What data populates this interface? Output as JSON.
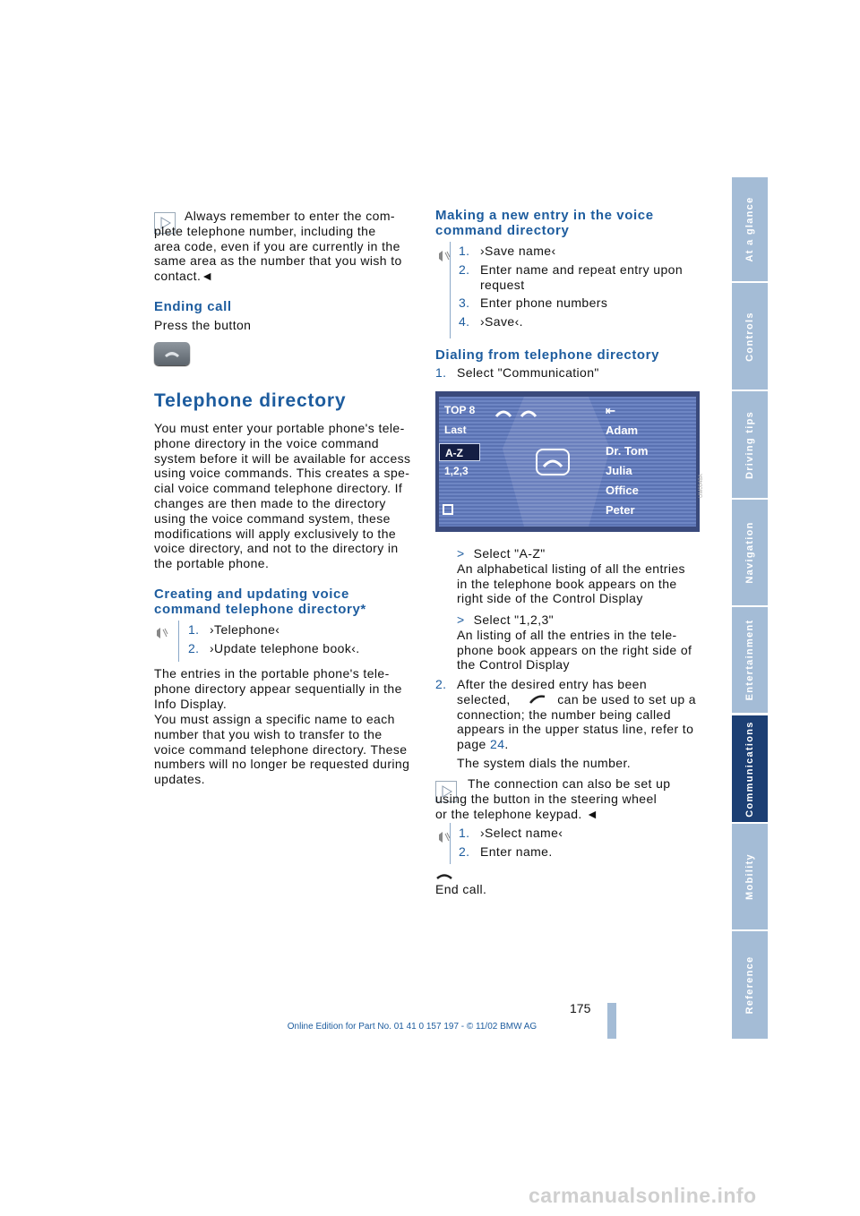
{
  "page_number": "175",
  "footer": "Online Edition for Part No. 01 41 0 157 197 - © 11/02 BMW AG",
  "watermark": "carmanualsonline.info",
  "side_tabs": [
    {
      "label": "At a glance",
      "active": false
    },
    {
      "label": "Controls",
      "active": false
    },
    {
      "label": "Driving tips",
      "active": false
    },
    {
      "label": "Navigation",
      "active": false
    },
    {
      "label": "Entertainment",
      "active": false
    },
    {
      "label": "Communications",
      "active": true
    },
    {
      "label": "Mobility",
      "active": false
    },
    {
      "label": "Reference",
      "active": false
    }
  ],
  "left": {
    "note1": "Always remember to enter the com-\nplete telephone number, including the\narea code, even if you are currently in the\nsame area as the number that you wish to\ncontact.◄",
    "ending_call_heading": "Ending call",
    "ending_call_text": "Press the button",
    "phone_dir_heading": "Telephone directory",
    "phone_dir_text": "You must enter your portable phone's tele-\nphone directory in the voice command\nsystem before it will be available for access\nusing voice commands. This creates a spe-\ncial voice command telephone directory. If\nchanges are then made to the directory\nusing the voice command system, these\nmodifications will apply exclusively to the\nvoice directory, and not to the directory in\nthe portable phone.",
    "creating_heading": "Creating and updating voice\ncommand telephone directory*",
    "creating_steps": [
      {
        "num": "1.",
        "text": "›Telephone‹"
      },
      {
        "num": "2.",
        "text": "›Update telephone book‹."
      }
    ],
    "para1": "The entries in the portable phone's tele-\nphone directory appear sequentially in the\nInfo Display.",
    "para2": "You must assign a specific name to each\nnumber that you wish to transfer to the\nvoice command telephone directory. These\nnumbers will no longer be requested during\nupdates."
  },
  "right": {
    "new_entry_heading": "Making a new entry in the voice\ncommand directory",
    "new_entry_steps": [
      {
        "num": "1.",
        "text": "›Save name‹"
      },
      {
        "num": "2.",
        "text": "Enter name and repeat entry upon\nrequest"
      },
      {
        "num": "3.",
        "text": "Enter phone numbers"
      },
      {
        "num": "4.",
        "text": "›Save‹."
      }
    ],
    "dialing_heading": "Dialing from telephone directory",
    "dialing_step1": {
      "num": "1.",
      "text": "Select \"Communication\""
    },
    "screen": {
      "menu": [
        "TOP 8",
        "Last",
        "A-Z",
        "1,2,3"
      ],
      "entries": [
        "Adam",
        "Dr. Tom",
        "Julia",
        "Office",
        "Peter"
      ],
      "code": "UM0048A"
    },
    "bullet1_title": "Select \"A-Z\"",
    "bullet1_text": "An alphabetical listing of all the entries\nin the telephone book appears on the\nright side of the Control Display",
    "bullet2_title": "Select \"1,2,3\"",
    "bullet2_text": "An listing of all the entries in the tele-\nphone book appears on the right side of\nthe Control Display",
    "step2_num": "2.",
    "step2_a": "After the desired entry has been",
    "step2_b1": "selected,",
    "step2_b2": "can be used to set up a",
    "step2_c": "connection; the number being called\nappears in the upper status line, refer to",
    "step2_page_prefix": "page ",
    "step2_page_link": "24",
    "step2_page_suffix": ".",
    "step2_dials": "The system dials the number.",
    "note2": "The connection can also be set up\nusing the button in the steering wheel\nor the telephone keypad. ◄",
    "select_steps": [
      {
        "num": "1.",
        "text": "›Select name‹"
      },
      {
        "num": "2.",
        "text": "Enter name."
      }
    ],
    "end_call": "End call."
  }
}
